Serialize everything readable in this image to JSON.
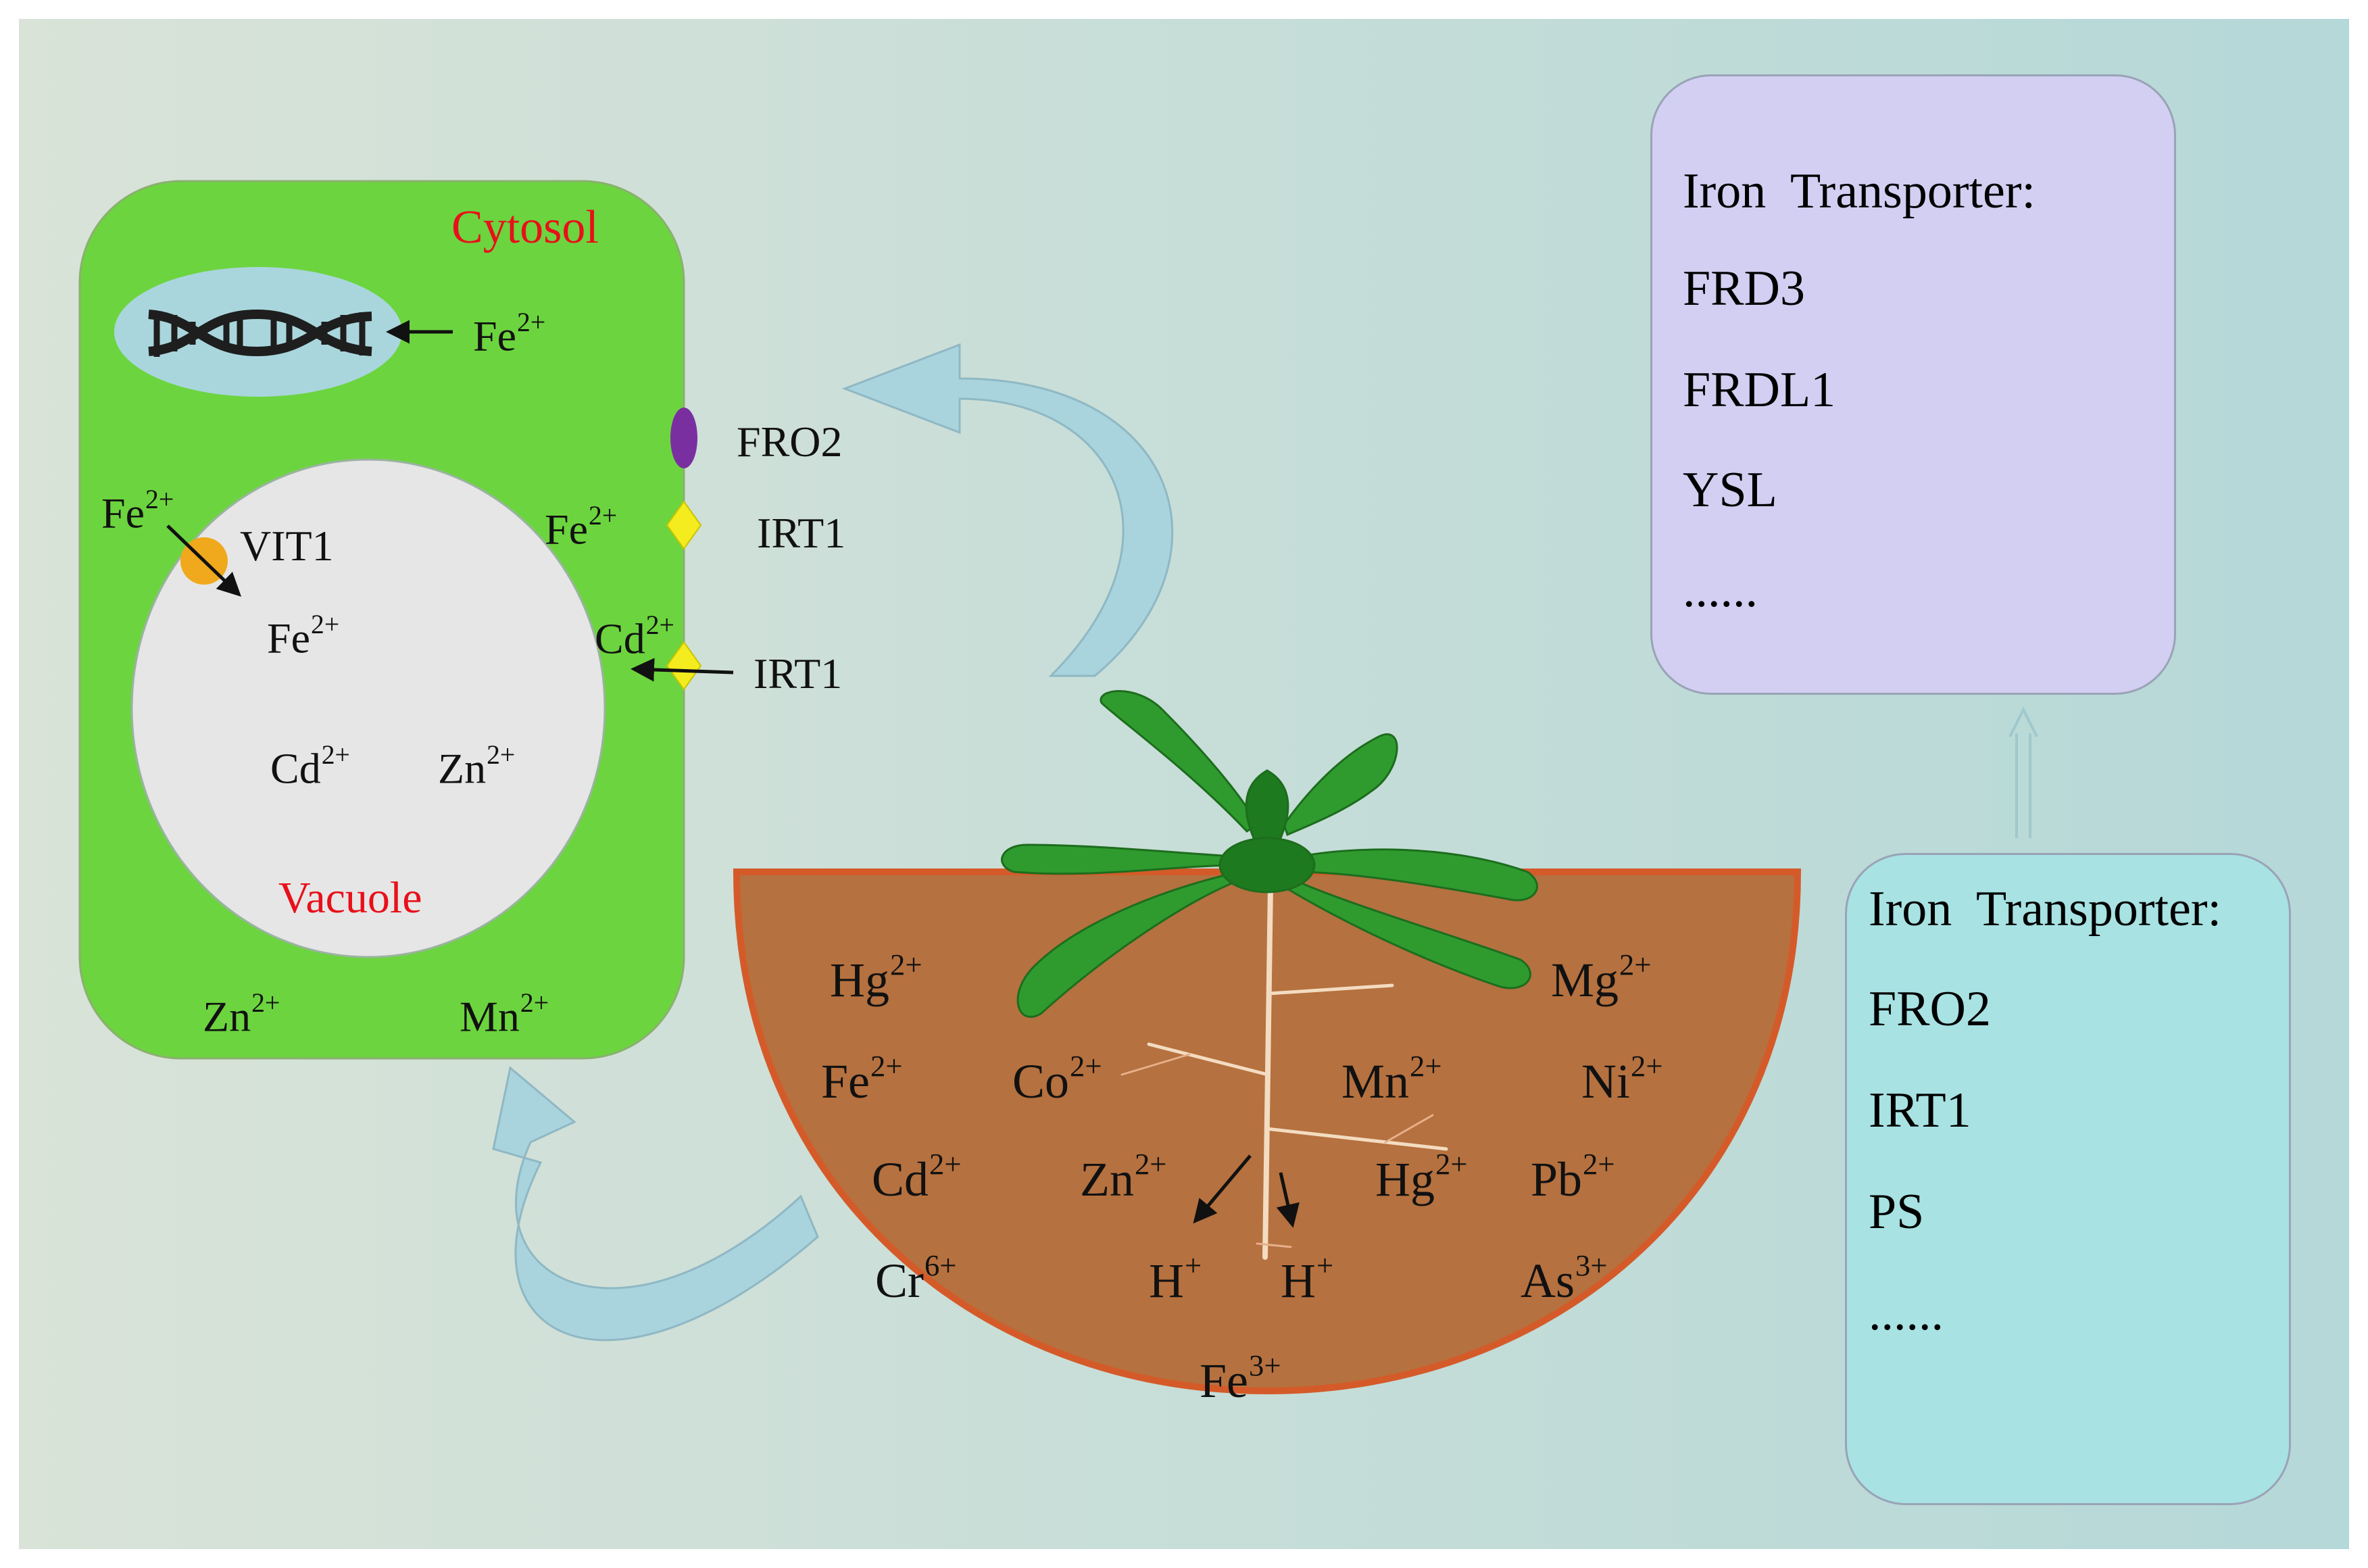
{
  "colors": {
    "background_left": "#d9e3d8",
    "background_right": "#b5d8d8",
    "cell": "#6cd43f",
    "vacuole": "#e6e6e6",
    "nucleus": "#a9d6dc",
    "soil": "#b5713f",
    "soil_edge": "#d45b29",
    "arrow_fill": "#a9d3dd",
    "label_red": "#e8101a",
    "fro2_marker": "#7a2fa0",
    "irt1_marker": "#f4ec1e",
    "vit1_marker": "#f0a91c",
    "box_top": "#d2cff2",
    "box_bottom": "#a8e2e3"
  },
  "icons": {
    "dna": "dna-helix-icon",
    "plant": "plant-rosette-icon"
  },
  "cell": {
    "cytosol_label": "Cytosol",
    "vacuole_label": "Vacuole",
    "nucleus_ion": {
      "base": "Fe",
      "charge": "2+"
    },
    "vit1_in_ion": {
      "base": "Fe",
      "charge": "2+"
    },
    "vit1_label": "VIT1",
    "vacuole_ions": [
      {
        "base": "Fe",
        "charge": "2+"
      },
      {
        "base": "Cd",
        "charge": "2+"
      },
      {
        "base": "Zn",
        "charge": "2+"
      }
    ],
    "membrane_fe_ion": {
      "base": "Fe",
      "charge": "2+"
    },
    "membrane_cd_ion": {
      "base": "Cd",
      "charge": "2+"
    },
    "cytosol_ions": [
      {
        "base": "Zn",
        "charge": "2+"
      },
      {
        "base": "Mn",
        "charge": "2+"
      }
    ]
  },
  "membrane_transporters": [
    {
      "label": "FRO2"
    },
    {
      "label": "IRT1"
    },
    {
      "label": "IRT1"
    }
  ],
  "soil_ions": [
    {
      "base": "Hg",
      "charge": "2+"
    },
    {
      "base": "Mg",
      "charge": "2+"
    },
    {
      "base": "Fe",
      "charge": "2+"
    },
    {
      "base": "Co",
      "charge": "2+"
    },
    {
      "base": "Mn",
      "charge": "2+"
    },
    {
      "base": "Ni",
      "charge": "2+"
    },
    {
      "base": "Cd",
      "charge": "2+"
    },
    {
      "base": "Zn",
      "charge": "2+"
    },
    {
      "base": "Hg",
      "charge": "2+"
    },
    {
      "base": "Pb",
      "charge": "2+"
    },
    {
      "base": "Cr",
      "charge": "6+"
    },
    {
      "base": "H",
      "charge": "+"
    },
    {
      "base": "H",
      "charge": "+"
    },
    {
      "base": "As",
      "charge": "3+"
    },
    {
      "base": "Fe",
      "charge": "3+"
    }
  ],
  "top_box": {
    "title": "Iron  Transporter:",
    "items": [
      "FRD3",
      "FRDL1",
      "YSL",
      "......"
    ]
  },
  "bottom_box": {
    "title": "Iron  Transporter:",
    "items": [
      "FRO2",
      "IRT1",
      "PS",
      "......"
    ]
  }
}
